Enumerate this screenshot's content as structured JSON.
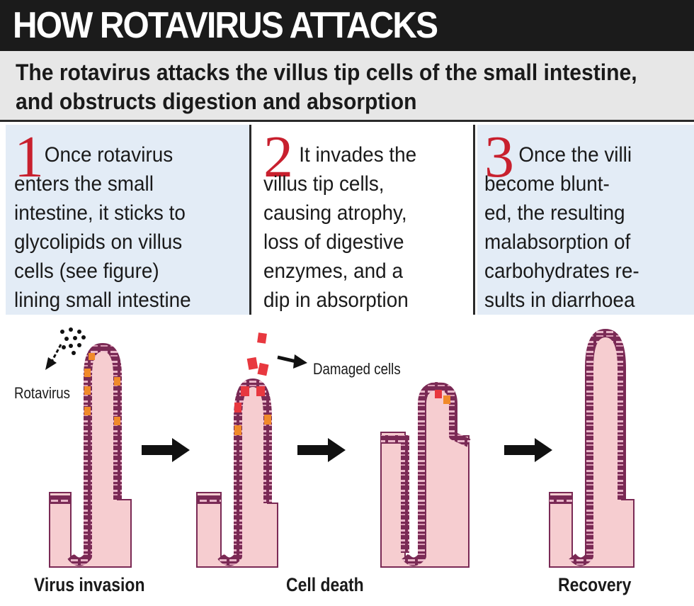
{
  "title": "HOW ROTAVIRUS ATTACKS",
  "subtitle": "The rotavirus attacks the villus tip cells of the small intestine, and obstructs digestion and absorption",
  "steps": [
    {
      "number": "1",
      "text": "Once rotavirus\nenters the small\nintestine, it sticks to\nglycolipids on villus\ncells (see figure)\nlining small intestine"
    },
    {
      "number": "2",
      "text": "It invades the\nvillus tip cells,\ncausing atrophy,\nloss of digestive\nenzymes, and a\ndip in absorption"
    },
    {
      "number": "3",
      "text": "Once the villi\nbecome blunt-\ned, the resulting\nmalabsorption of\ncarbohydrates re-\nsults in diarrhoea"
    }
  ],
  "diagram": {
    "labels": {
      "rotavirus": "Rotavirus",
      "damaged_cells": "Damaged cells"
    },
    "stages": [
      "Virus invasion",
      "Cell death",
      "Recovery"
    ]
  },
  "colors": {
    "title_bg": "#1b1b1b",
    "subtitle_bg": "#e7e7e7",
    "panel_bg": "#e3ecf6",
    "step_number": "#c8202e",
    "villus_wall": "#7a2a55",
    "villus_core": "#f6cdd0",
    "infected_cell": "#f08a2a",
    "damaged_cell": "#e8383f",
    "arrow": "#111111"
  },
  "icons": [
    "right-arrow-icon",
    "arrow-down-left-icon",
    "arrow-right-icon"
  ]
}
